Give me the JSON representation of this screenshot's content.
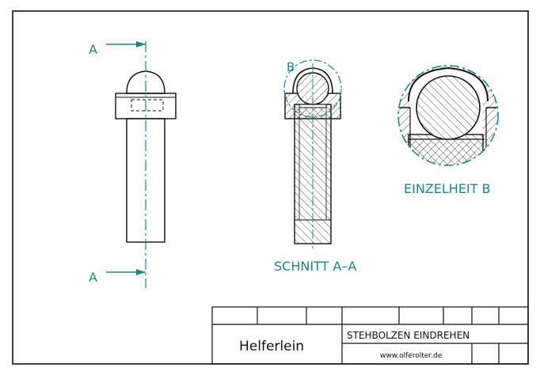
{
  "section_markers": {
    "top": "A",
    "bottom": "A"
  },
  "detail_marker": "B",
  "view_labels": {
    "section": "SCHNITT A–A",
    "detail": "EINZELHEIT B"
  },
  "title_block": {
    "company": "Helferlein",
    "title": "STEHBOLZEN EINDREHEN",
    "website": "www.olferolter.de"
  },
  "colors": {
    "line": "#111111",
    "annotation": "#1a8a86",
    "paper": "#ffffff"
  }
}
